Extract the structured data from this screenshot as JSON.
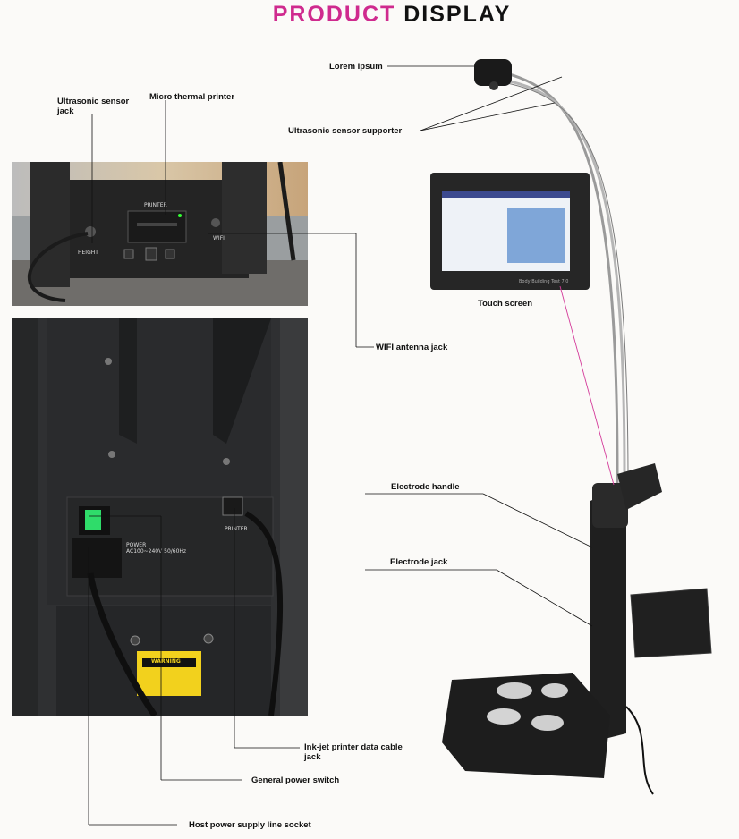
{
  "title": {
    "word1": "PRODUCT",
    "word2": "DISPLAY"
  },
  "labels": {
    "lorem": "Lorem Ipsum",
    "ultrasonic_jack": "Ultrasonic sensor jack",
    "micro_printer": "Micro thermal printer",
    "sensor_supporter": "Ultrasonic sensor supporter",
    "touch_screen": "Touch screen",
    "wifi_jack": "WIFI antenna jack",
    "electrode_handle": "Electrode handle",
    "electrode_jack": "Electrode jack",
    "inkjet": "Ink-jet printer data cable jack",
    "power_switch": "General power switch",
    "power_socket": "Host power supply line socket"
  },
  "device_text": {
    "printer_panel": "PRINTER",
    "height": "HEIGHT",
    "wifi": "WIFI",
    "power": "POWER",
    "power_spec": "AC100~240V  50/60Hz",
    "printer_port": "PRINTER",
    "warning": "WARNING",
    "screen_brand": "Body Building Test 7.0"
  }
}
